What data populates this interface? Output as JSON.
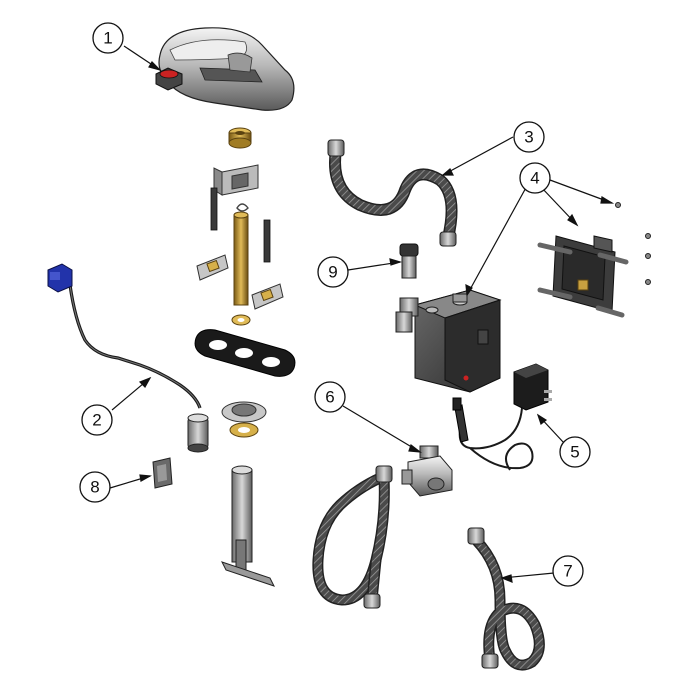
{
  "diagram": {
    "type": "exploded-parts-diagram",
    "callouts": [
      {
        "id": "c1",
        "label": "1"
      },
      {
        "id": "c2",
        "label": "2"
      },
      {
        "id": "c3",
        "label": "3"
      },
      {
        "id": "c4",
        "label": "4"
      },
      {
        "id": "c5",
        "label": "5"
      },
      {
        "id": "c6",
        "label": "6"
      },
      {
        "id": "c7",
        "label": "7"
      },
      {
        "id": "c8",
        "label": "8"
      },
      {
        "id": "c9",
        "label": "9"
      }
    ]
  },
  "colors": {
    "line": "#111111",
    "metal_dark": "#3a3a3a",
    "metal_mid": "#8a8a8a",
    "metal_light": "#d6d6d6",
    "brass": "#b8902f",
    "blue_connector": "#2233aa",
    "red_accent": "#cc2222"
  }
}
